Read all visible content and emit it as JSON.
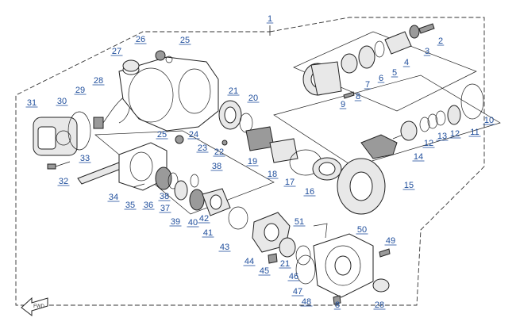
{
  "diagram": {
    "callouts": [
      "1",
      "2",
      "3",
      "4",
      "5",
      "6",
      "7",
      "8",
      "9",
      "10",
      "11",
      "12",
      "12",
      "13",
      "14",
      "15",
      "16",
      "17",
      "18",
      "19",
      "20",
      "21",
      "21",
      "22",
      "23",
      "24",
      "25",
      "25",
      "26",
      "27",
      "28",
      "28",
      "29",
      "30",
      "31",
      "32",
      "33",
      "34",
      "35",
      "36",
      "37",
      "38",
      "38",
      "39",
      "40",
      "41",
      "42",
      "43",
      "44",
      "45",
      "46",
      "47",
      "48",
      "49",
      "50",
      "51",
      "8"
    ],
    "direction_label": "FWD"
  }
}
